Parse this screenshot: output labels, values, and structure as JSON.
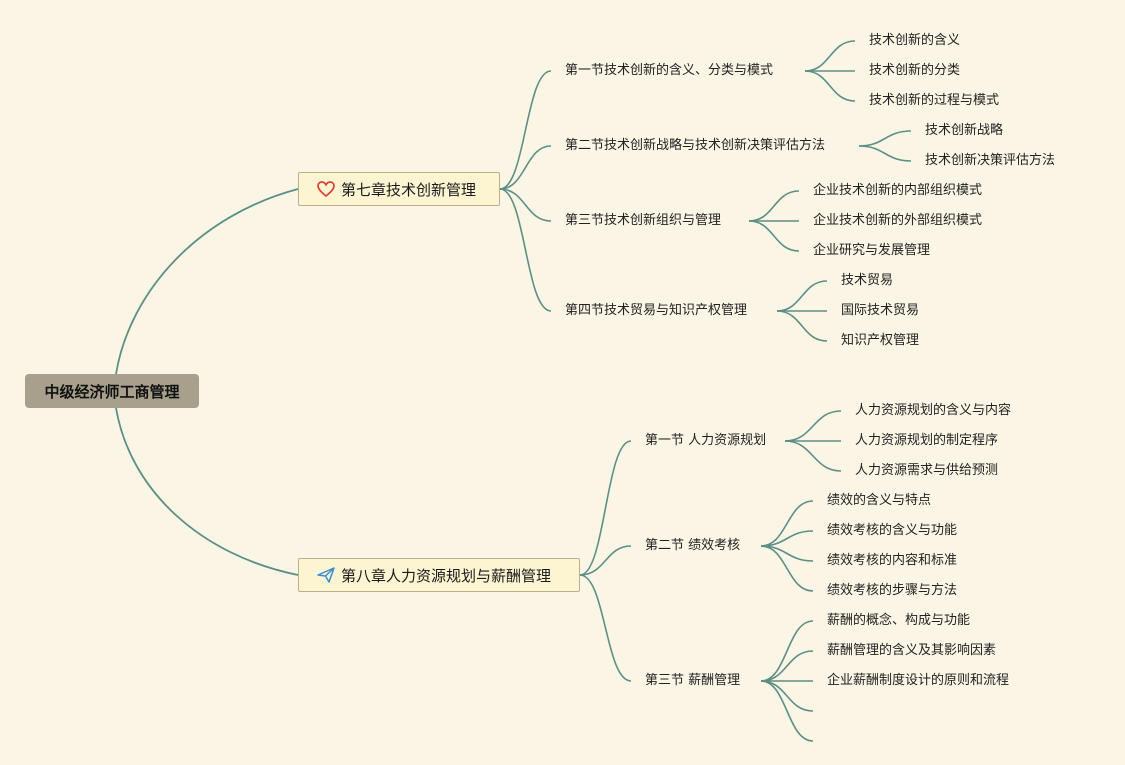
{
  "root": {
    "label": "中级经济师工商管理"
  },
  "chapters": [
    {
      "label": "第七章技术创新管理",
      "icon": "heart-icon",
      "sections": [
        {
          "label": "第一节技术创新的含义、分类与模式",
          "leaves": [
            "技术创新的含义",
            "技术创新的分类",
            "技术创新的过程与模式"
          ]
        },
        {
          "label": "第二节技术创新战略与技术创新决策评估方法",
          "leaves": [
            "技术创新战略",
            "技术创新决策评估方法"
          ]
        },
        {
          "label": "第三节技术创新组织与管理",
          "leaves": [
            "企业技术创新的内部组织模式",
            "企业技术创新的外部组织模式",
            "企业研究与发展管理"
          ]
        },
        {
          "label": "第四节技术贸易与知识产权管理",
          "leaves": [
            "技术贸易",
            "国际技术贸易",
            "知识产权管理"
          ]
        }
      ]
    },
    {
      "label": "第八章人力资源规划与薪酬管理",
      "icon": "paper-plane-icon",
      "sections": [
        {
          "label": "第一节 人力资源规划",
          "leaves": [
            "人力资源规划的含义与内容",
            "人力资源规划的制定程序",
            "人力资源需求与供给预测"
          ]
        },
        {
          "label": "第二节 绩效考核",
          "leaves": [
            "绩效的含义与特点",
            "绩效考核的含义与功能",
            "绩效考核的内容和标准",
            "绩效考核的步骤与方法"
          ]
        },
        {
          "label": "第三节 薪酬管理",
          "leaves": [
            "薪酬的概念、构成与功能",
            "薪酬管理的含义及其影响因素",
            "企业薪酬制度设计的原则和流程",
            "",
            ""
          ]
        }
      ]
    }
  ],
  "colors": {
    "link": "#5e8f86",
    "heart": "#d9443a",
    "plane": "#3a8fd0"
  }
}
